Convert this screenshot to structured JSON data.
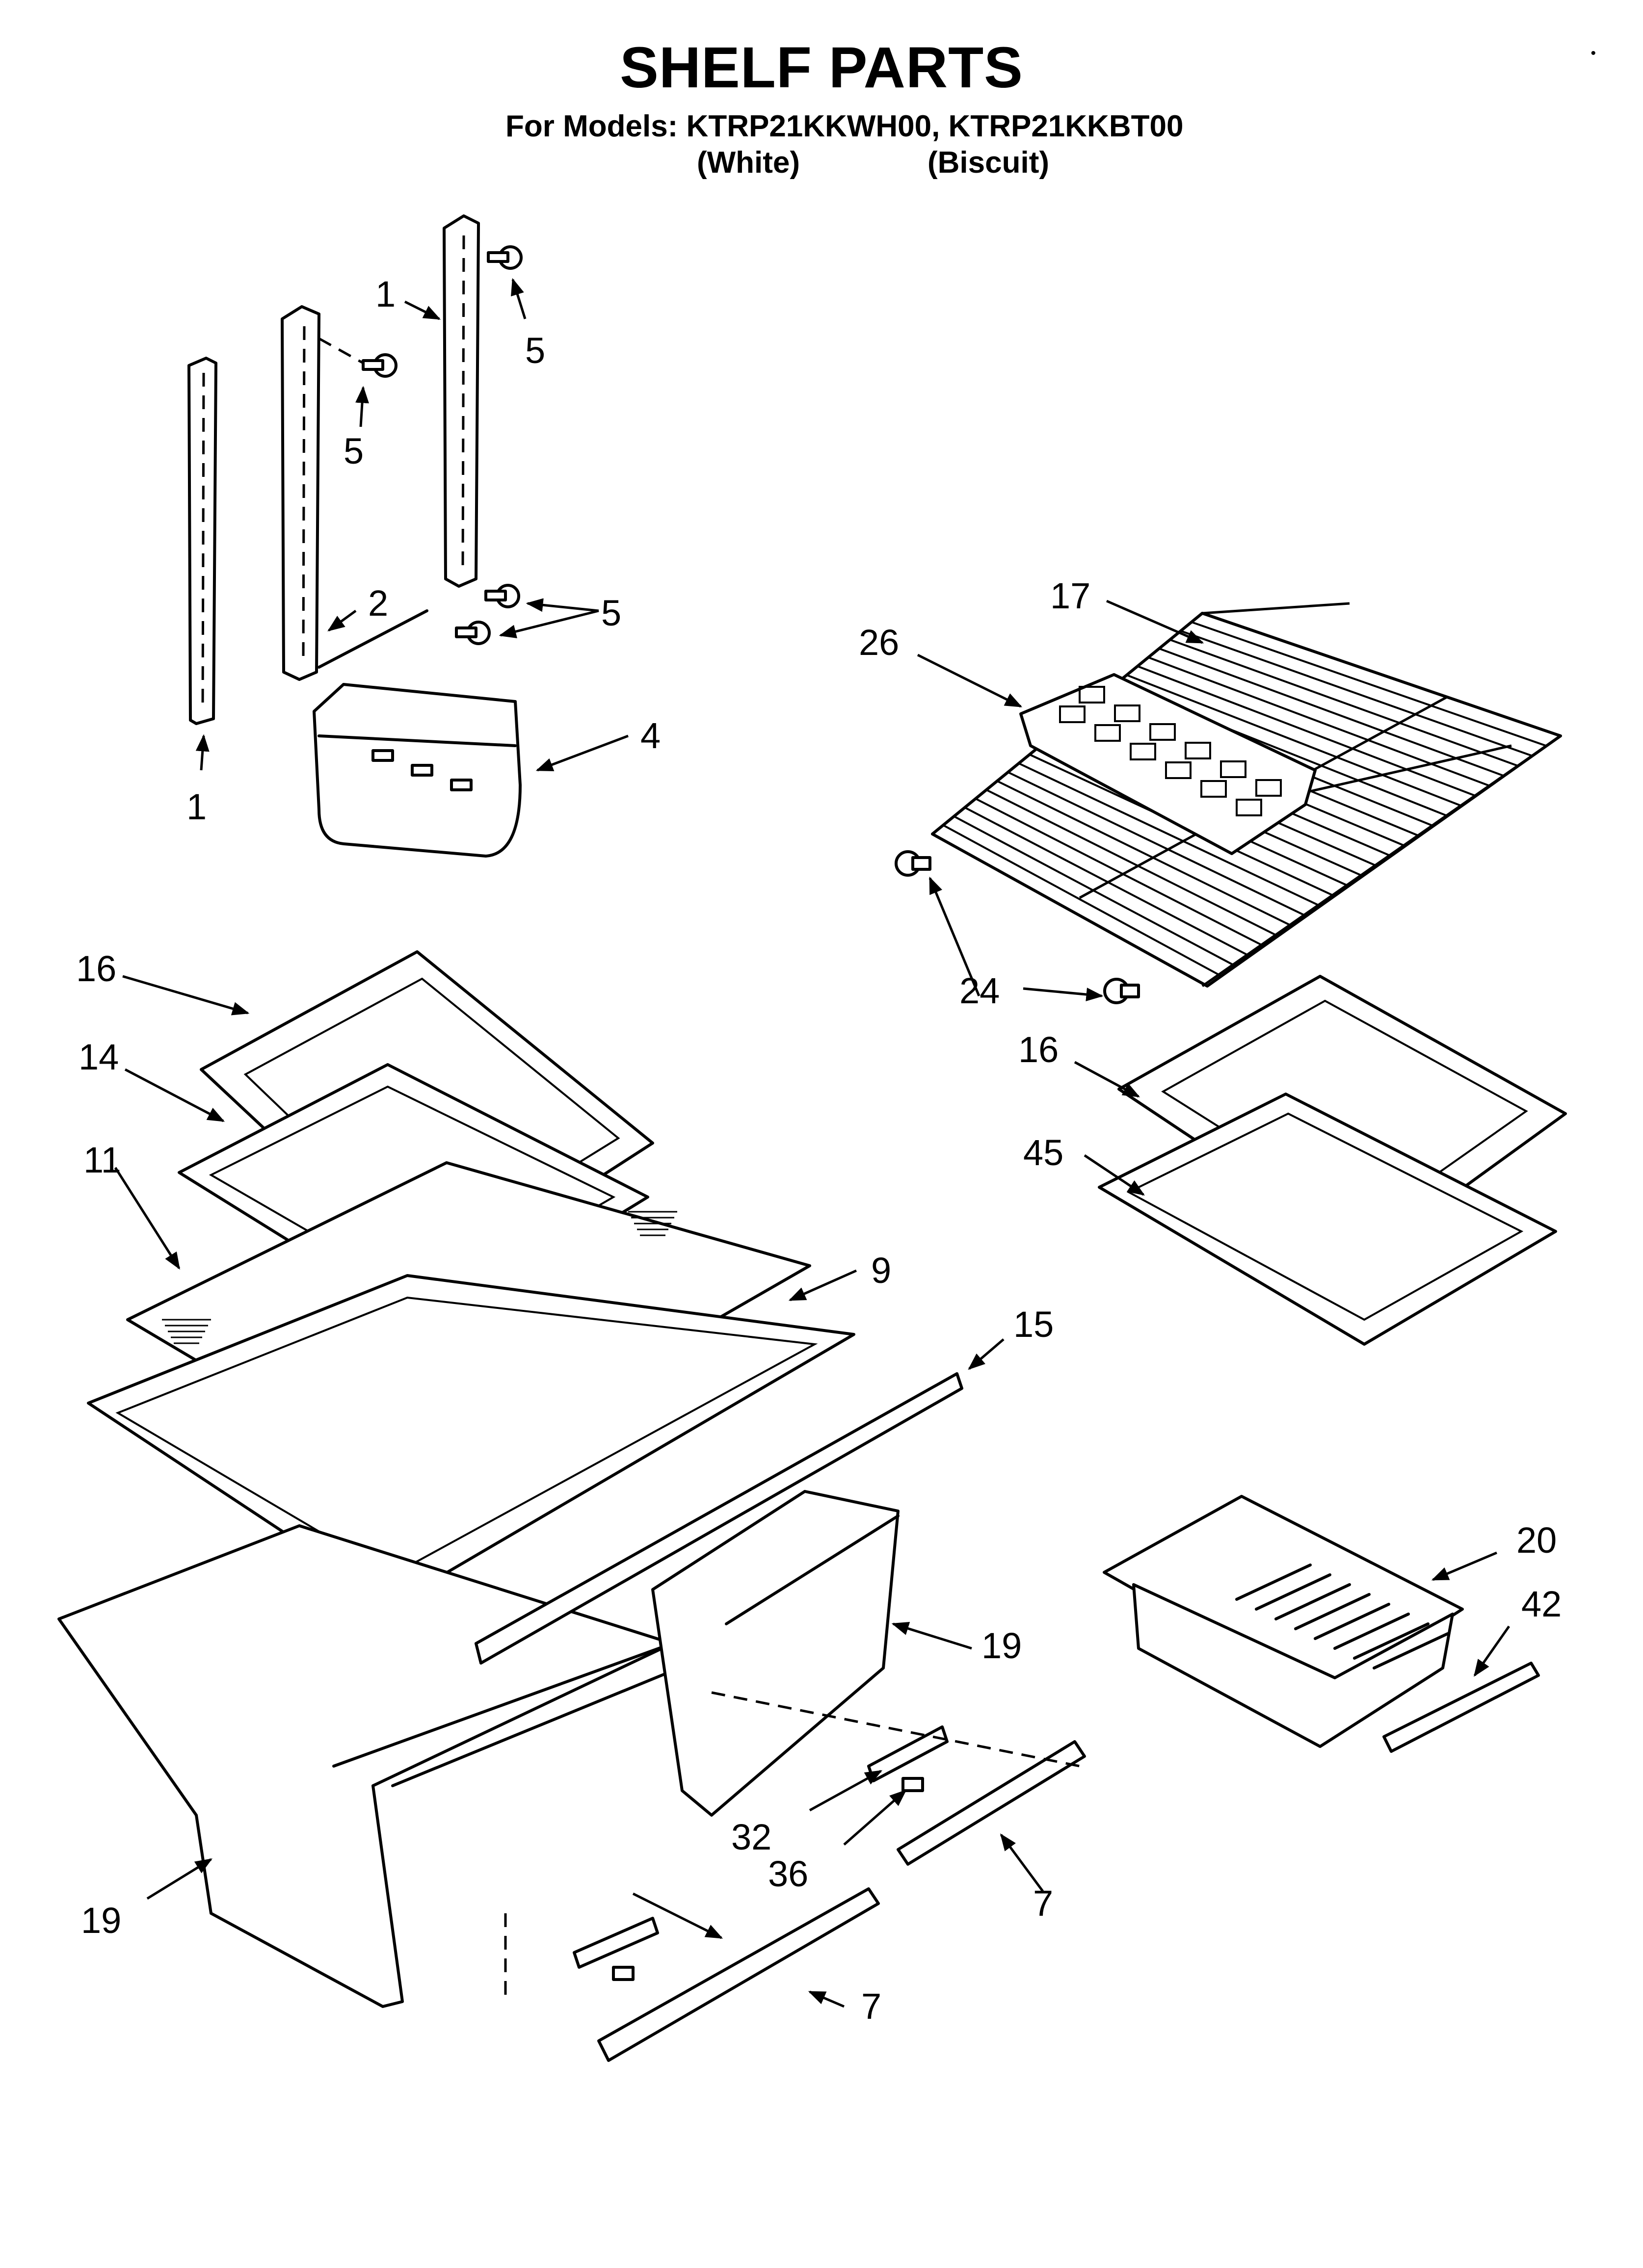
{
  "title": "SHELF PARTS",
  "subtitle": "For Models: KTRP21KKWH00, KTRP21KKBT00",
  "variants": [
    "(White)",
    "(Biscuit)"
  ],
  "corner_mark": "•",
  "callouts": {
    "c1a": "1",
    "c1b": "1",
    "c2": "2",
    "c4": "4",
    "c5a": "5",
    "c5b": "5",
    "c5c": "5",
    "c7a": "7",
    "c7b": "7",
    "c9": "9",
    "c11": "11",
    "c14": "14",
    "c15": "15",
    "c16a": "16",
    "c16b": "16",
    "c17": "17",
    "c19a": "19",
    "c19b": "19",
    "c20": "20",
    "c24": "24",
    "c26": "26",
    "c32": "32",
    "c36": "36",
    "c42": "42",
    "c45": "45"
  }
}
